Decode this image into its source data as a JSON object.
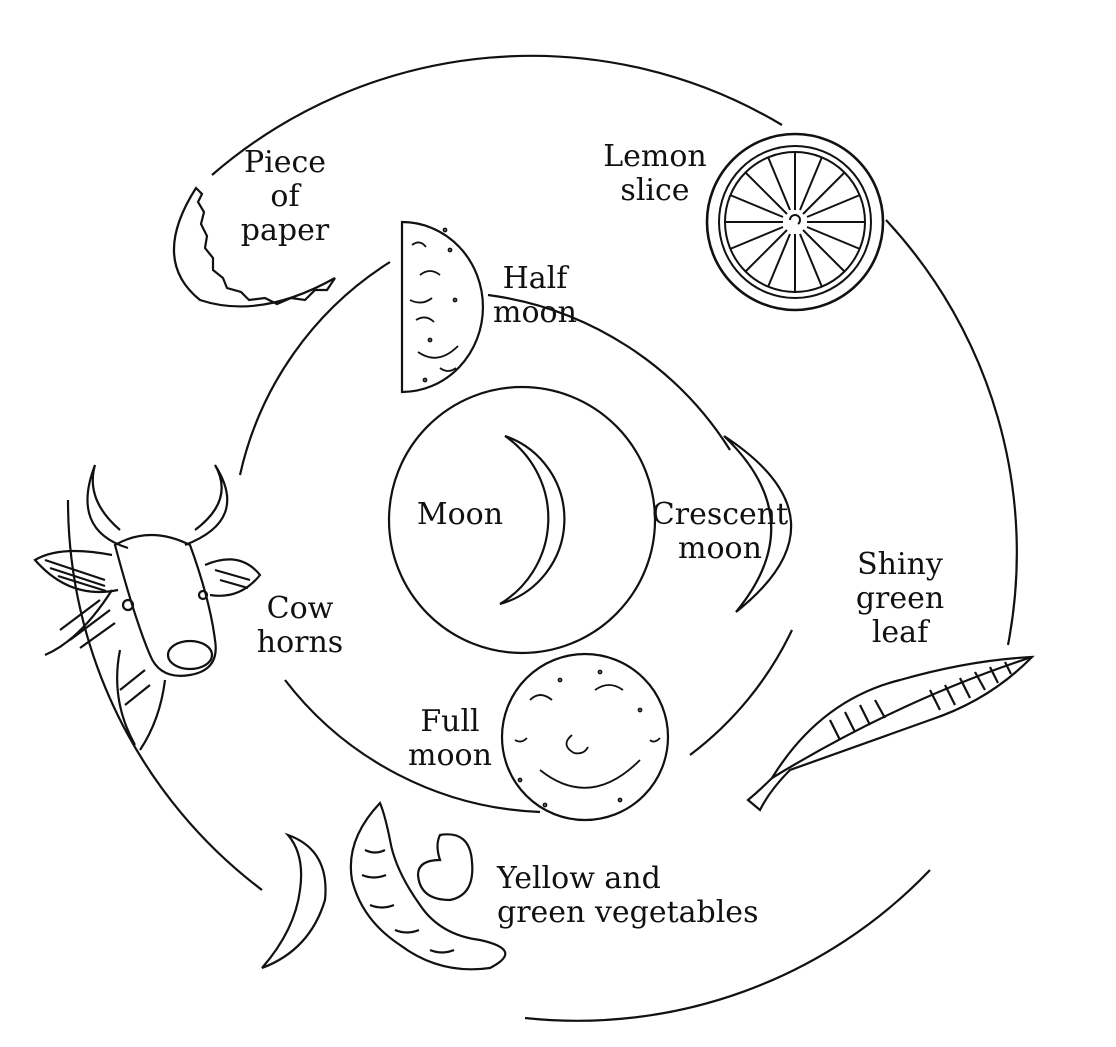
{
  "diagram": {
    "center_label": "Moon",
    "items": [
      {
        "id": "crescent-moon",
        "lines": [
          "Crescent",
          "moon"
        ]
      },
      {
        "id": "half-moon",
        "lines": [
          "Half",
          "moon"
        ]
      },
      {
        "id": "full-moon",
        "lines": [
          "Full",
          "moon"
        ]
      },
      {
        "id": "piece-of-paper",
        "lines": [
          "Piece",
          "of",
          "paper"
        ]
      },
      {
        "id": "lemon-slice",
        "lines": [
          "Lemon",
          "slice"
        ]
      },
      {
        "id": "cow-horns",
        "lines": [
          "Cow",
          "horns"
        ]
      },
      {
        "id": "shiny-green-leaf",
        "lines": [
          "Shiny",
          "green",
          "leaf"
        ]
      },
      {
        "id": "yellow-green-vegetables",
        "lines": [
          "Yellow and",
          "green vegetables"
        ]
      }
    ]
  },
  "colors": {
    "ink": "#111111",
    "background": "#ffffff"
  },
  "icons": [
    "crescent-moon-icon",
    "half-moon-icon",
    "full-moon-icon",
    "paper-piece-icon",
    "lemon-slice-icon",
    "cow-icon",
    "leaf-icon",
    "bean-pod-icon",
    "kidney-bean-icon"
  ]
}
